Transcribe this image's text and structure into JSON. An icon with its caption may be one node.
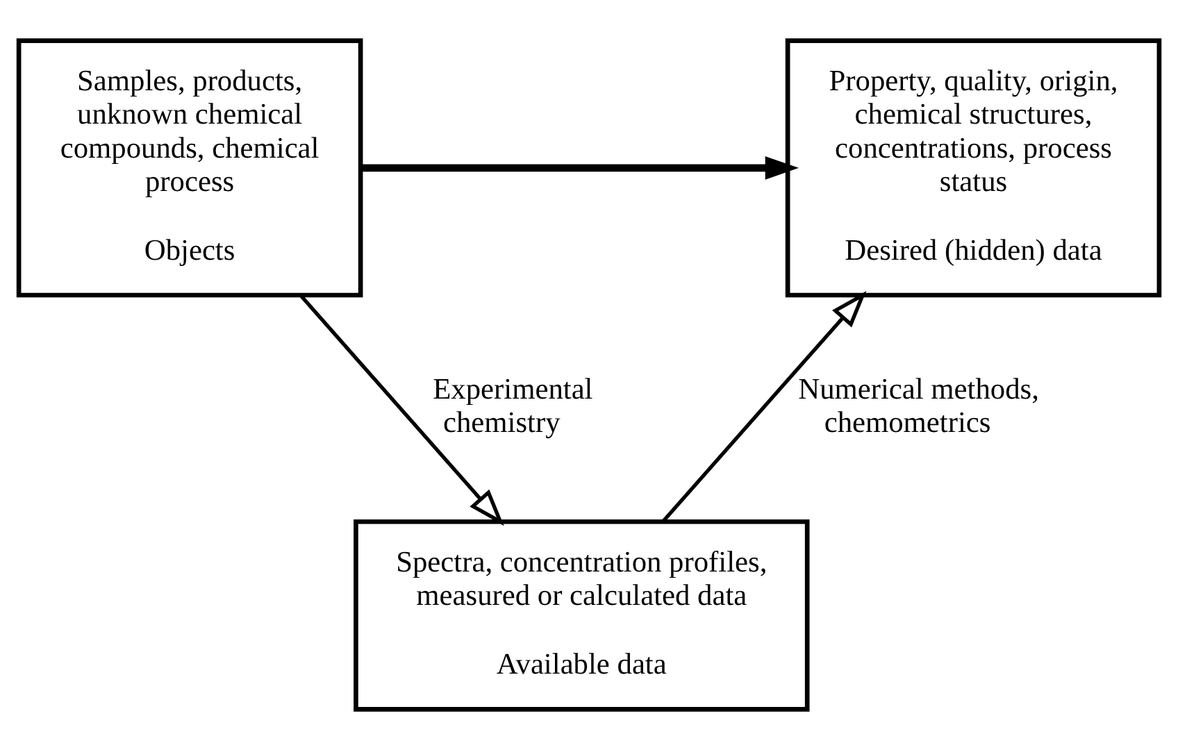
{
  "diagram": {
    "nodes": [
      {
        "text": [
          "Samples, products, unknown chemical compounds, chemical process",
          "Objects"
        ]
      },
      {
        "text": [
          "Property, quality, origin, chemical structures, concentrations, process status",
          "Desired (hidden) data"
        ]
      },
      {
        "text": [
          "Spectra, concentration profiles, measured or calculated data",
          "Available data"
        ]
      }
    ],
    "edges": [
      {
        "from": 0,
        "to": 1,
        "arrow": "to",
        "style": "thick"
      },
      {
        "from": 0,
        "to": 2,
        "arrow": "to",
        "label": "Experimental chemistry"
      },
      {
        "from": 2,
        "to": 1,
        "arrow": "to",
        "label": "Numerical methods, chemometrics"
      }
    ]
  }
}
